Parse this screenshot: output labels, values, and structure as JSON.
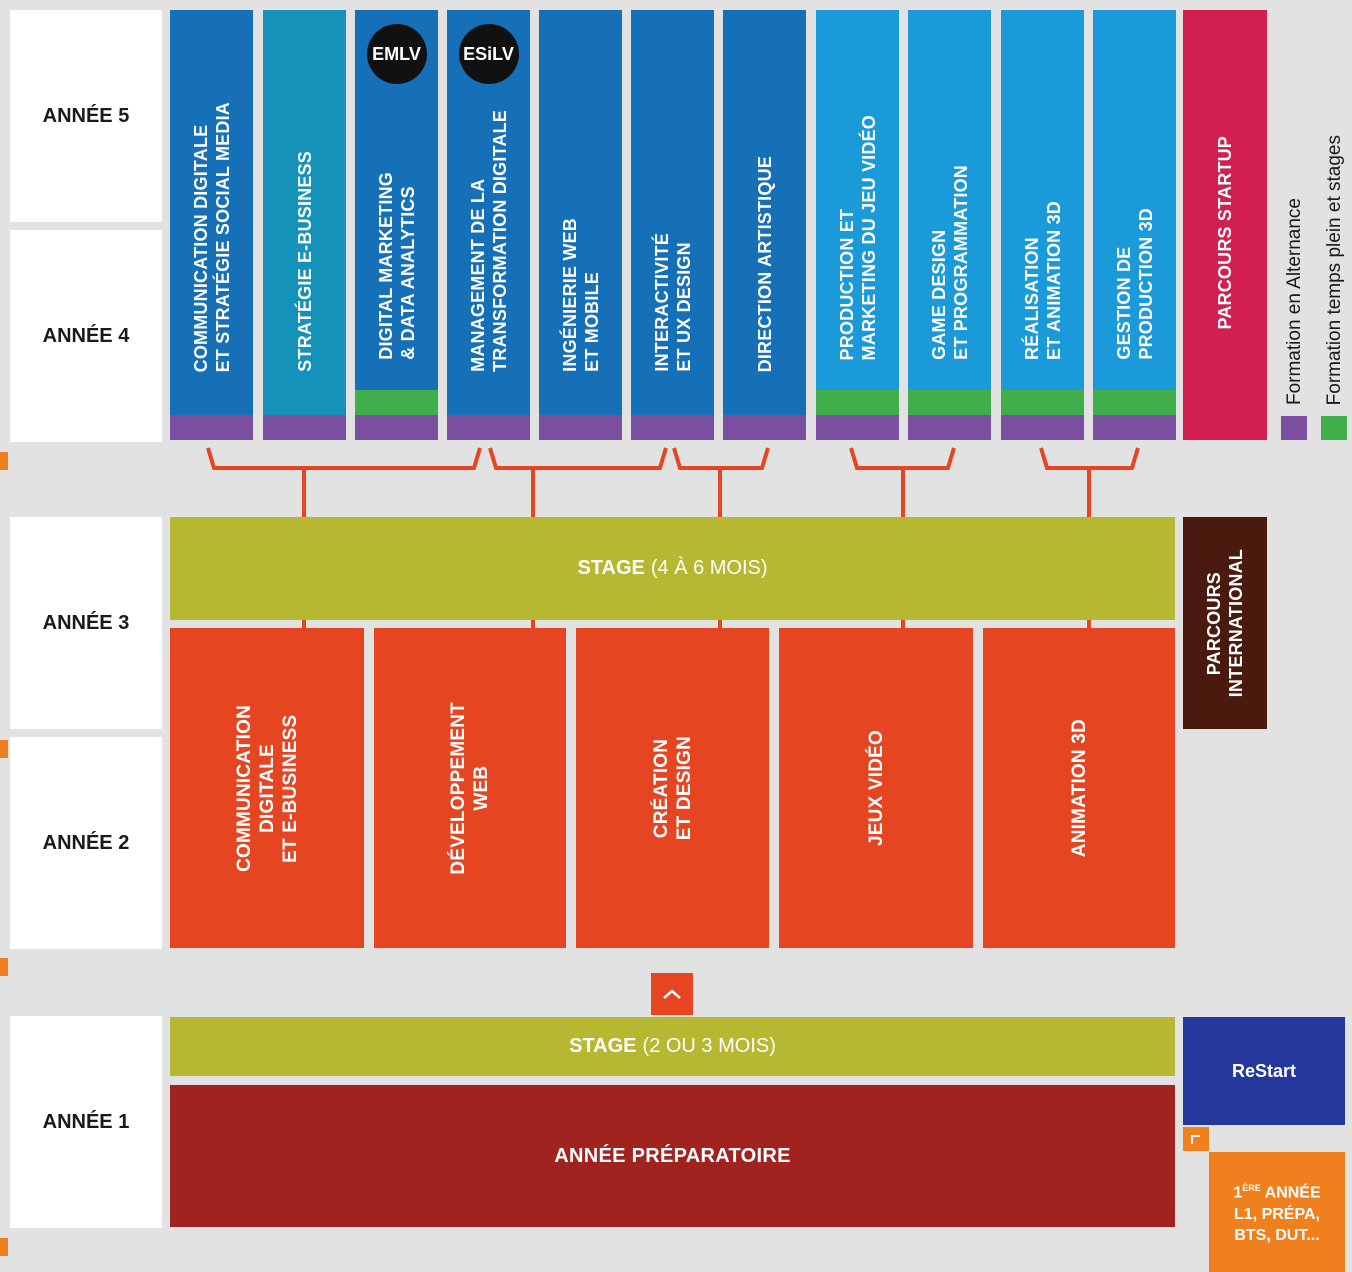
{
  "years": {
    "y5": "ANNÉE 5",
    "y4": "ANNÉE 4",
    "y3": "ANNÉE 3",
    "y2": "ANNÉE 2",
    "y1": "ANNÉE 1"
  },
  "specializations": [
    {
      "label": "COMMUNICATION DIGITALE\nET STRATÉGIE SOCIAL MEDIA",
      "color": "#1670b8",
      "stripe": "alternance"
    },
    {
      "label": "STRATÉGIE E-BUSINESS",
      "color": "#1592b9",
      "stripe": "alternance"
    },
    {
      "label": "DIGITAL MARKETING\n& DATA ANALYTICS",
      "color": "#1670b8",
      "stripe": "both",
      "badge": "EMLV"
    },
    {
      "label": "MANAGEMENT DE LA\nTRANSFORMATION DIGITALE",
      "color": "#1670b8",
      "stripe": "alternance",
      "badge": "ESiLV"
    },
    {
      "label": "INGÉNIERIE WEB\nET MOBILE",
      "color": "#1670b8",
      "stripe": "alternance"
    },
    {
      "label": "INTERACTIVITÉ\nET UX DESIGN",
      "color": "#1670b8",
      "stripe": "alternance"
    },
    {
      "label": "DIRECTION ARTISTIQUE",
      "color": "#1670b8",
      "stripe": "alternance"
    },
    {
      "label": "PRODUCTION ET\nMARKETING DU JEU VIDÉO",
      "color": "#1a9ad9",
      "stripe": "both"
    },
    {
      "label": "GAME DESIGN\nET PROGRAMMATION",
      "color": "#1a9ad9",
      "stripe": "both"
    },
    {
      "label": "RÉALISATION\nET ANIMATION 3D",
      "color": "#1a9ad9",
      "stripe": "both"
    },
    {
      "label": "GESTION DE\nPRODUCTION 3D",
      "color": "#1a9ad9",
      "stripe": "both"
    }
  ],
  "startup": "PARCOURS STARTUP",
  "legend": {
    "alternance": "Formation en Alternance",
    "plein": "Formation temps plein et stages"
  },
  "stage_long": {
    "bold": "STAGE",
    "rest": "(4 À 6 MOIS)"
  },
  "international": "PARCOURS\nINTERNATIONAL",
  "tracks": [
    "COMMUNICATION\nDIGITALE\nET E-BUSINESS",
    "DÉVELOPPEMENT\nWEB",
    "CRÉATION\nET DESIGN",
    "JEUX VIDÉO",
    "ANIMATION 3D"
  ],
  "stage_short": {
    "bold": "STAGE",
    "rest": "(2 OU 3 MOIS)"
  },
  "prep": "ANNÉE PRÉPARATOIRE",
  "restart": "ReStart",
  "first_year": {
    "sup": "ÈRE",
    "line1_pre": "1",
    "line1_post": " ANNÉE",
    "line2": "L1, PRÉPA,",
    "line3": "BTS, DUT..."
  },
  "colors": {
    "alternance": "#7b4fa0",
    "plein": "#3fae4b",
    "startup": "#d21f4f",
    "international": "#4a1a0e",
    "stage": "#b5b830",
    "track": "#e64522",
    "prep": "#a0231f",
    "restart": "#23389a",
    "first_year": "#f07f1e",
    "connector": "#e64522"
  }
}
